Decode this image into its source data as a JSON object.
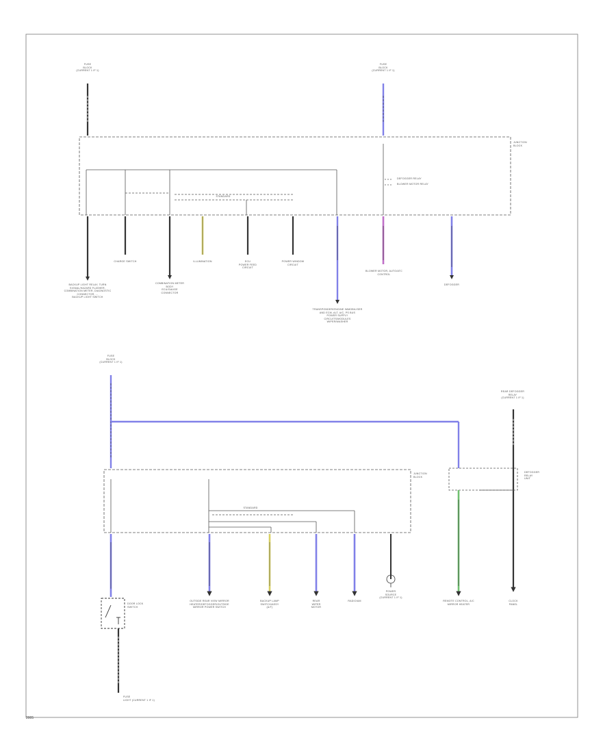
{
  "colors": {
    "wire_black": "#333333",
    "wire_blue": "#8080e8",
    "wire_yellow": "#d8d060",
    "wire_violet": "#c070c8",
    "wire_green": "#70c070",
    "box_line": "#555555"
  },
  "upper_section": {
    "source_left": "FUSE\nBLOCK\n(CURRENT 1 IF 1)",
    "source_right": "FUSE\nBLOCK\n(CURRENT 1 IF 1)",
    "box_name": "JUNCTION\nBLOCK",
    "relay_defogger": "DEFOGGER RELAY",
    "relay_blower": "BLOWER MOTOR RELAY",
    "relay_inner_label": "STANDARD",
    "outputs": [
      {
        "id": "o1",
        "text": "BACKUP LIGHT RELAY, TURN\nSIGNAL/HAZARD FLASHER,\nCOMBINATION METER, DIAGNOSTIC\nCONNECTOR, ...\nBACKUP LIGHT SWITCH",
        "wire": "black"
      },
      {
        "id": "o2",
        "text": "CHARGE SWITCH",
        "wire": "black"
      },
      {
        "id": "o3",
        "text": "COMBINATION METER\nBODY\nECU/GAUGE\nCONNECTOR",
        "wire": "black"
      },
      {
        "id": "o4",
        "text": "ILLUMINATION",
        "wire": "yellow"
      },
      {
        "id": "o5",
        "text": "ECU\nPOWER FEED\nCIRCUIT",
        "wire": "black"
      },
      {
        "id": "o6",
        "text": "POWER WINDOW\nCIRCUIT",
        "wire": "black"
      },
      {
        "id": "o7",
        "text": "TRANSPONDER/ENGINE IMMOBILISER\nAND ECM, ALT, A/C, PS BUS\nPOWER SUPPLY\nCIRCUITS/MODULES\nWIPER/WASHER",
        "wire": "blue"
      },
      {
        "id": "o8",
        "text": "BLOWER MOTOR, AUTO/ATC\nCONTROL",
        "wire": "violet"
      },
      {
        "id": "o9",
        "text": "DEFOGGER",
        "wire": "blue"
      }
    ]
  },
  "lower_section": {
    "source_left": "FUSE\nBLOCK\n(CURRENT 1 IF 1)",
    "source_right": "REAR DEFOGGER\nRELAY\n(CURRENT 1 IF 1)",
    "box_name": "JUNCTION\nBLOCK",
    "relay_inner_label": "STANDARD",
    "right_relay_name": "DEFOGGER\nRELAY\nUNIT",
    "left_switch": "DOOR LOCK\nSWITCH",
    "bottom_ref": "FUSE\nLIGHT (CURRENT 1 IF 1)",
    "outputs": [
      {
        "id": "l1",
        "text": "OUTSIDE REAR VIEW MIRROR\nHEATER/DEFOGGER/OUTSIDE\nMIRROR POWER SWITCH",
        "wire": "blue"
      },
      {
        "id": "l2",
        "text": "BACKUP LAMP\nSWITCH/ASSY\n(A/T)",
        "wire": "yellow"
      },
      {
        "id": "l3",
        "text": "REAR\nWIPER\nMOTOR",
        "wire": "blue"
      },
      {
        "id": "l4",
        "text": "RADIO/AM",
        "wire": "blue"
      },
      {
        "id": "l5",
        "text": "POWER\nSOURCE\n(CURRENT 1 IF 1)",
        "wire": "black"
      },
      {
        "id": "l6",
        "text": "REMOTE CONTROL, A/C\nMIRROR HEATER",
        "wire": "green"
      },
      {
        "id": "l7",
        "text": "CLOCK\nPANEL",
        "wire": "black"
      }
    ]
  },
  "page_id": "2005"
}
